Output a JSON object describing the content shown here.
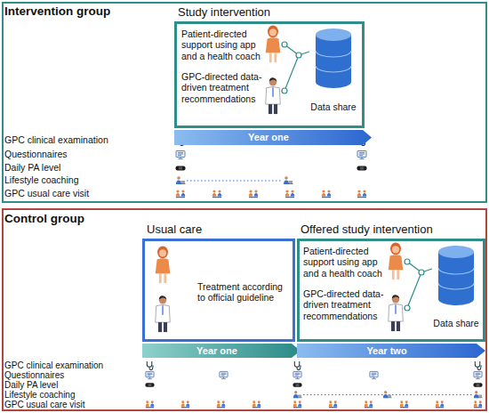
{
  "diagram": {
    "nodes": [
      {
        "text": [
          "Intervention group"
        ]
      },
      {
        "text": [
          "Study intervention",
          "Patient-directed support using app and a health coach",
          "GPC-directed data-driven treatment recommendations"
        ],
        "in": 0
      },
      {
        "text": [
          "Data share"
        ],
        "in": 1
      },
      {
        "text": [
          "Year one"
        ],
        "in": 0
      },
      {
        "text": [
          "Control group"
        ]
      },
      {
        "text": [
          "Usual care",
          "Treatment according to official guideline"
        ],
        "in": 4
      },
      {
        "text": [
          "Offered study intervention",
          "Patient-directed support using app and a health coach",
          "GPC-directed data-driven treatment recommendations"
        ],
        "in": 4
      },
      {
        "text": [
          "Data share"
        ],
        "in": 6
      },
      {
        "text": [
          "Year one"
        ],
        "in": 4
      },
      {
        "text": [
          "Year two"
        ],
        "in": 4
      }
    ],
    "labels": [
      "GPC clinical examination",
      "Questionnaires",
      "Daily PA level",
      "Lifestyle coaching",
      "GPC usual care visit",
      "GPC clinical examination",
      "Questionnaires",
      "Daily PA level",
      "Lifestyle coaching",
      "GPC usual care visit"
    ]
  }
}
